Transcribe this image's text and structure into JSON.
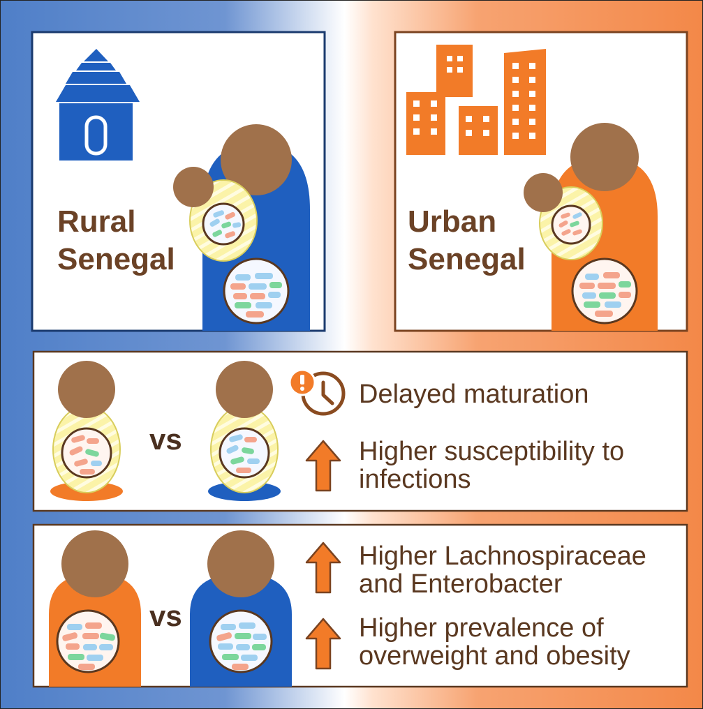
{
  "panels": {
    "rural": {
      "title_line1": "Rural",
      "title_line2": "Senegal",
      "color": "#1f5fbf"
    },
    "urban": {
      "title_line1": "Urban",
      "title_line2": "Senegal",
      "color": "#f27b28"
    }
  },
  "infant_comparison": {
    "vs": "vs",
    "claim1": "Delayed maturation",
    "claim2_line1": "Higher susceptibility to",
    "claim2_line2": "infections"
  },
  "mother_comparison": {
    "vs": "vs",
    "claim1_line1": "Higher Lachnospiraceae",
    "claim1_line2": "and Enterobacter",
    "claim2_line1": "Higher prevalence of",
    "claim2_line2": "overweight and obesity"
  },
  "colors": {
    "blue": "#1f5fbf",
    "orange": "#f27b28",
    "brown": "#a0714b",
    "text_brown": "#6b4226",
    "clock_brown": "#8a4b20"
  }
}
